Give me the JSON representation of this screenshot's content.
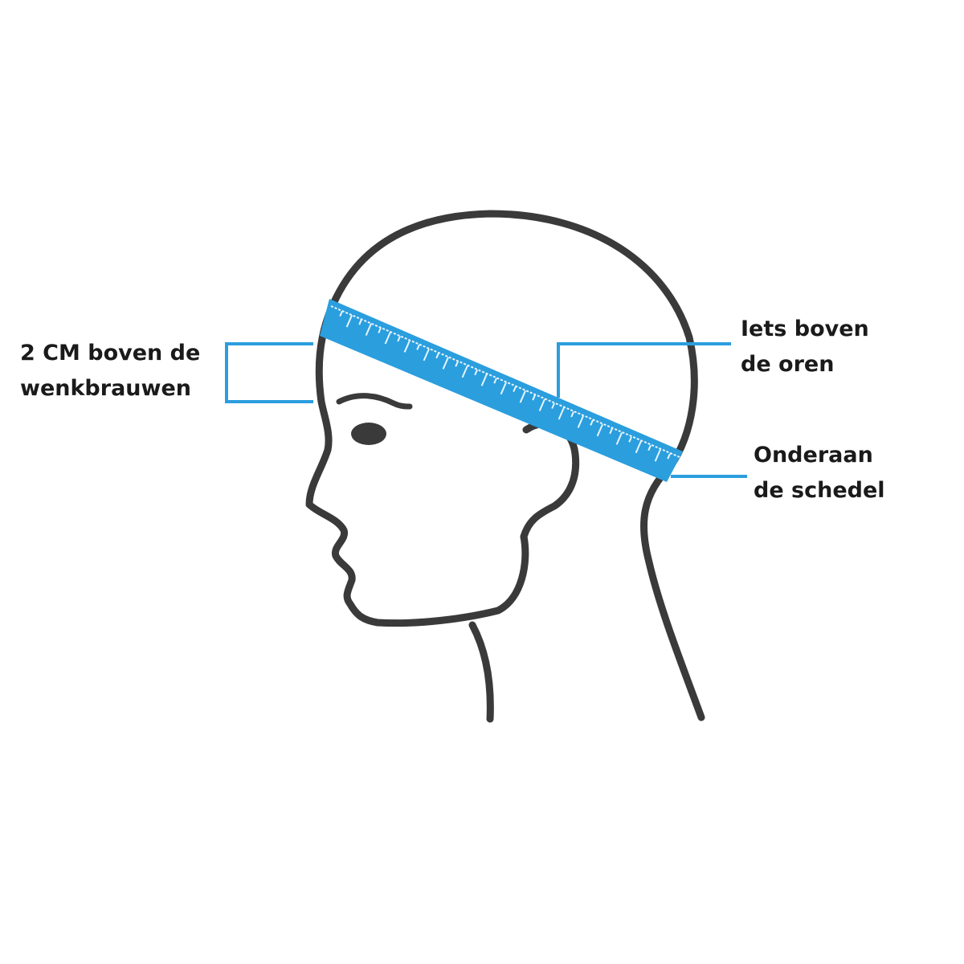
{
  "colors": {
    "outline": "#3a3a3a",
    "tape": "#2b9ede",
    "tick": "#e8f5fc",
    "callout": "#2b9ede"
  },
  "labels": {
    "eyebrows": {
      "line1": "2 CM boven de",
      "line2": "wenkbrauwen"
    },
    "ears": {
      "line1": "Iets boven",
      "line2": "de oren"
    },
    "skull": {
      "line1": "Onderaan",
      "line2": "de schedel"
    }
  }
}
